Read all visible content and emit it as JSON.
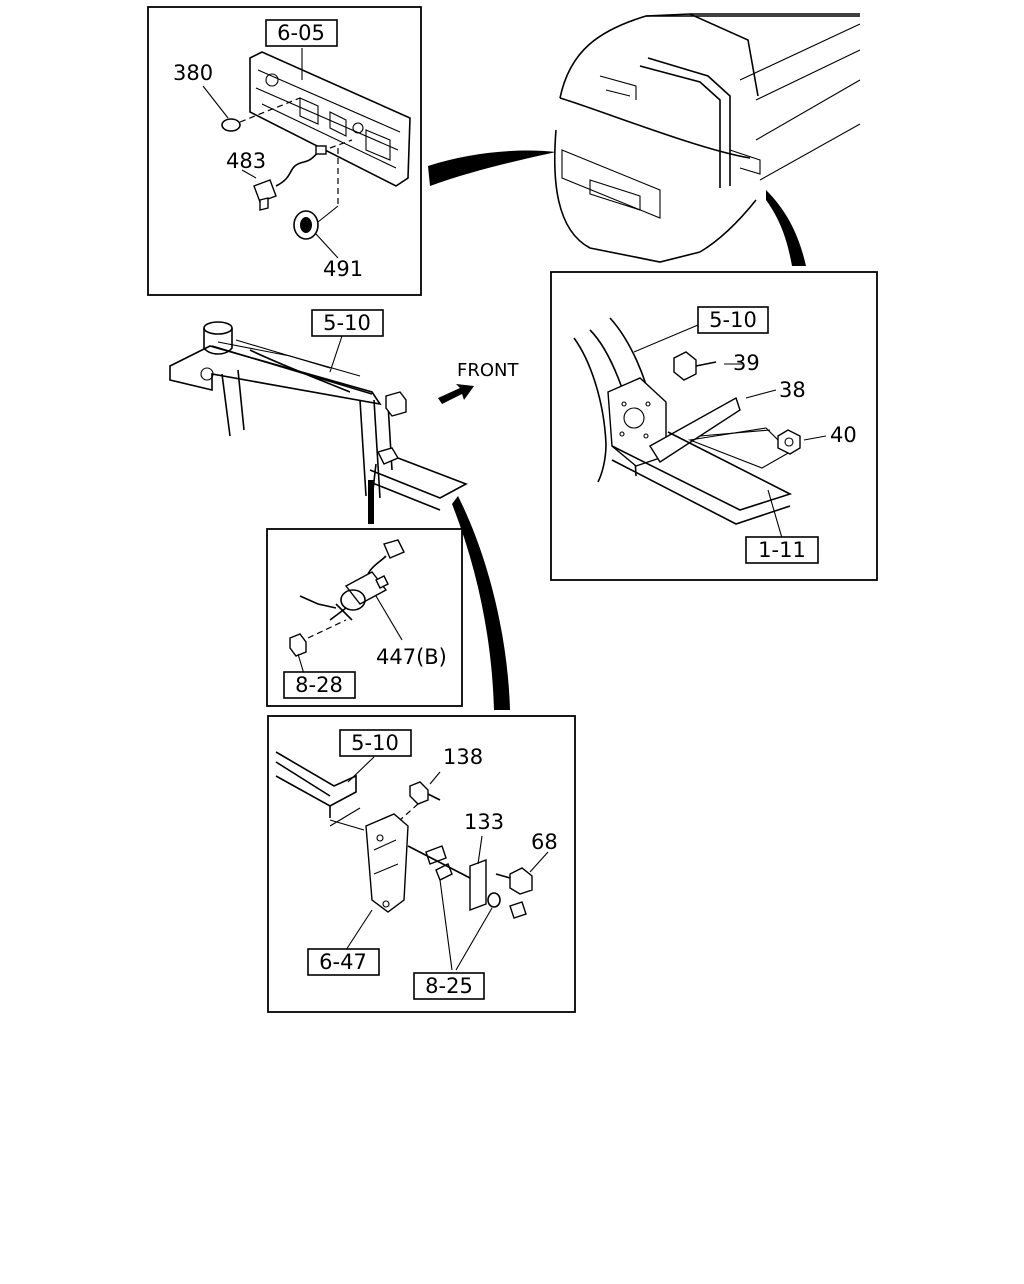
{
  "callouts": {
    "ref_6_05": "6-05",
    "p380": "380",
    "p483": "483",
    "p491": "491",
    "ref_5_10_main": "5-10",
    "front": "FRONT",
    "ref_5_10_bracket": "5-10",
    "p39": "39",
    "p38": "38",
    "p40": "40",
    "ref_1_11": "1-11",
    "p447b": "447(B)",
    "ref_8_28": "8-28",
    "ref_5_10_lower": "5-10",
    "p138": "138",
    "p133": "133",
    "p68": "68",
    "ref_6_47": "6-47",
    "ref_8_25": "8-25"
  }
}
